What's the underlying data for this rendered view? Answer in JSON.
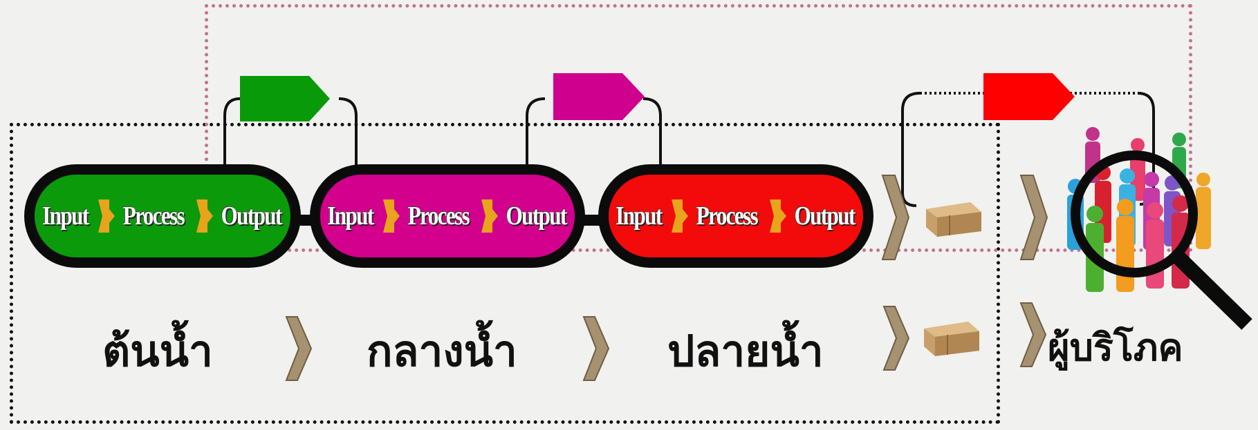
{
  "stages": [
    {
      "id": "upstream",
      "color": "#0a9a0a",
      "flag_color": "#089a08",
      "label": "ต้นน้ำ",
      "flow": {
        "input": "Input",
        "process": "Process",
        "output": "Output"
      }
    },
    {
      "id": "midstream",
      "color": "#d2008c",
      "flag_color": "#d0008f",
      "label": "กลางน้ำ",
      "flow": {
        "input": "Input",
        "process": "Process",
        "output": "Output"
      }
    },
    {
      "id": "downstream",
      "color": "#f30a0a",
      "flag_color": "#ff0000",
      "label": "ปลายน้ำ",
      "flow": {
        "input": "Input",
        "process": "Process",
        "output": "Output"
      }
    }
  ],
  "consumer": {
    "label": "ผู้บริโภค"
  },
  "colors": {
    "chevron": "#a69270",
    "process_arrow": "#e8a41c",
    "frame_outer": "#111111",
    "frame_pink": "#c0738e"
  },
  "icons": {
    "box": "cardboard-box-icon",
    "people": "people-crowd-icon",
    "magnifier": "magnifying-glass-icon"
  }
}
